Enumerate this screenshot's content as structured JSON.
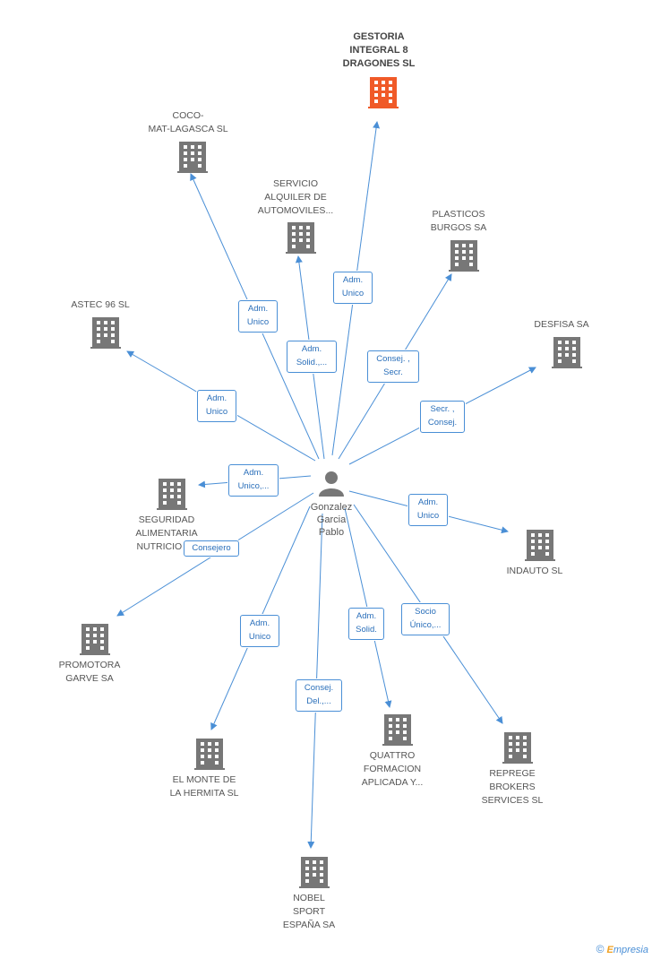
{
  "person": {
    "name": "Gonzalez\nGarcia\nPablo"
  },
  "companies": [
    {
      "id": "gestoria",
      "label": "GESTORIA\nINTEGRAL 8\nDRAGONES SL",
      "focus": true
    },
    {
      "id": "cocomat",
      "label": "COCO-\nMAT-LAGASCA SL"
    },
    {
      "id": "servicio",
      "label": "SERVICIO\nALQUILER DE\nAUTOMOVILES..."
    },
    {
      "id": "plasticos",
      "label": "PLASTICOS\nBURGOS SA"
    },
    {
      "id": "astec",
      "label": "ASTEC 96 SL"
    },
    {
      "id": "desfisa",
      "label": "DESFISA SA"
    },
    {
      "id": "seguridad",
      "label": "SEGURIDAD\nALIMENTARIA\nNUTRICION..."
    },
    {
      "id": "indauto",
      "label": "INDAUTO SL"
    },
    {
      "id": "promotora",
      "label": "PROMOTORA\nGARVE SA"
    },
    {
      "id": "elmonte",
      "label": "EL MONTE DE\nLA HERMITA SL"
    },
    {
      "id": "quattro",
      "label": "QUATTRO\nFORMACION\nAPLICADA Y..."
    },
    {
      "id": "represe",
      "label": "REPREGE\nBROKERS\nSERVICES SL"
    },
    {
      "id": "nobel",
      "label": "NOBEL\nSPORT\nESPAÑA SA"
    }
  ],
  "relations": [
    {
      "to": "gestoria",
      "label": "Adm.\nUnico"
    },
    {
      "to": "cocomat",
      "label": "Adm.\nUnico"
    },
    {
      "to": "servicio",
      "label": "Adm.\nSolid.,..."
    },
    {
      "to": "plasticos",
      "label": "Consej. ,\nSecr."
    },
    {
      "to": "astec",
      "label": "Adm.\nUnico"
    },
    {
      "to": "desfisa",
      "label": "Secr. ,\nConsej."
    },
    {
      "to": "seguridad",
      "label": "Adm.\nUnico,..."
    },
    {
      "to": "indauto",
      "label": "Adm.\nUnico"
    },
    {
      "to": "promotora",
      "label": "Consejero"
    },
    {
      "to": "elmonte",
      "label": "Adm.\nUnico"
    },
    {
      "to": "quattro",
      "label": "Adm.\nSolid."
    },
    {
      "to": "represe",
      "label": "Socio\nÚnico,..."
    },
    {
      "to": "nobel",
      "label": "Consej.\nDel.,..."
    }
  ],
  "colors": {
    "edge": "#4a8fd6",
    "building": "#777777",
    "focus_building": "#f05a28",
    "person": "#777777"
  },
  "brand": {
    "copyright": "©",
    "name": "mpresia",
    "initial": "E"
  }
}
